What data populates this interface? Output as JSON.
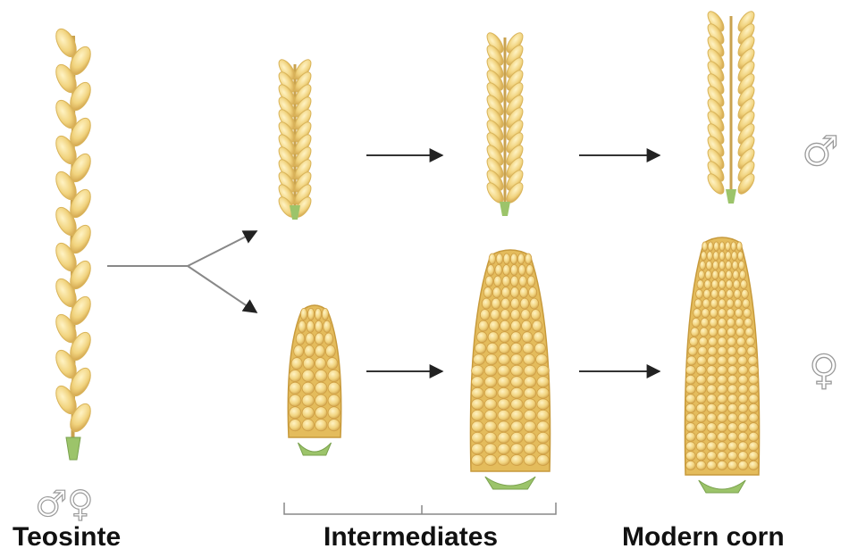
{
  "labels": {
    "teosinte": "Teosinte",
    "intermediates": "Intermediates",
    "modern_corn": "Modern corn"
  },
  "symbols": {
    "male": "♂",
    "female": "♀",
    "both": "♂♀"
  },
  "colors": {
    "kernel": "#f3d98a",
    "kernel_shade": "#d9b45a",
    "husk": "#9cc46a",
    "stem": "#a9c98a",
    "arrow": "#333333",
    "bracket": "#888888"
  }
}
